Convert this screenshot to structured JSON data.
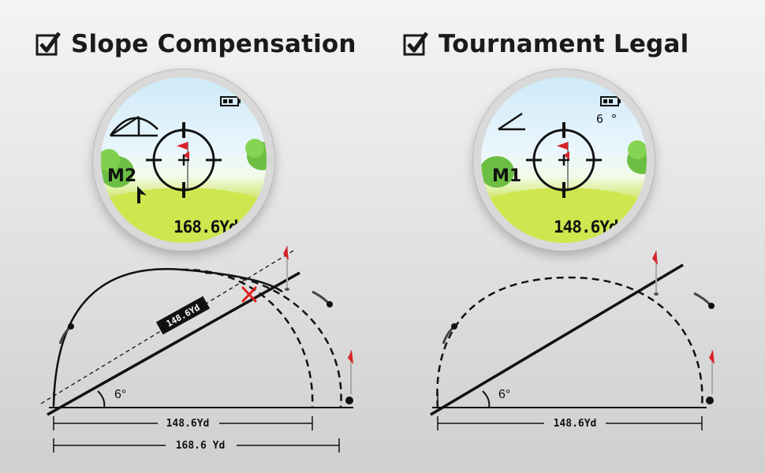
{
  "left_panel": {
    "title": "Slope Compensation",
    "mode": "M2",
    "readout": "168.6Yd",
    "angle": "6°",
    "line_tag": "148.6Yd",
    "dim_short": "148.6Yd",
    "dim_long": "168.6 Yd"
  },
  "right_panel": {
    "title": "Tournament Legal",
    "mode": "M1",
    "readout": "148.6Yd",
    "slope_readout": "6 °",
    "angle": "6°",
    "dim": "148.6Yd"
  },
  "colors": {
    "flag": "#d9232a",
    "cross": "#e0201e",
    "line": "#111111"
  },
  "icons": [
    "checkbox-check-icon",
    "battery-icon",
    "slope-mode-icon",
    "flag-icon",
    "reticle-icon",
    "golf-ball-icon"
  ]
}
